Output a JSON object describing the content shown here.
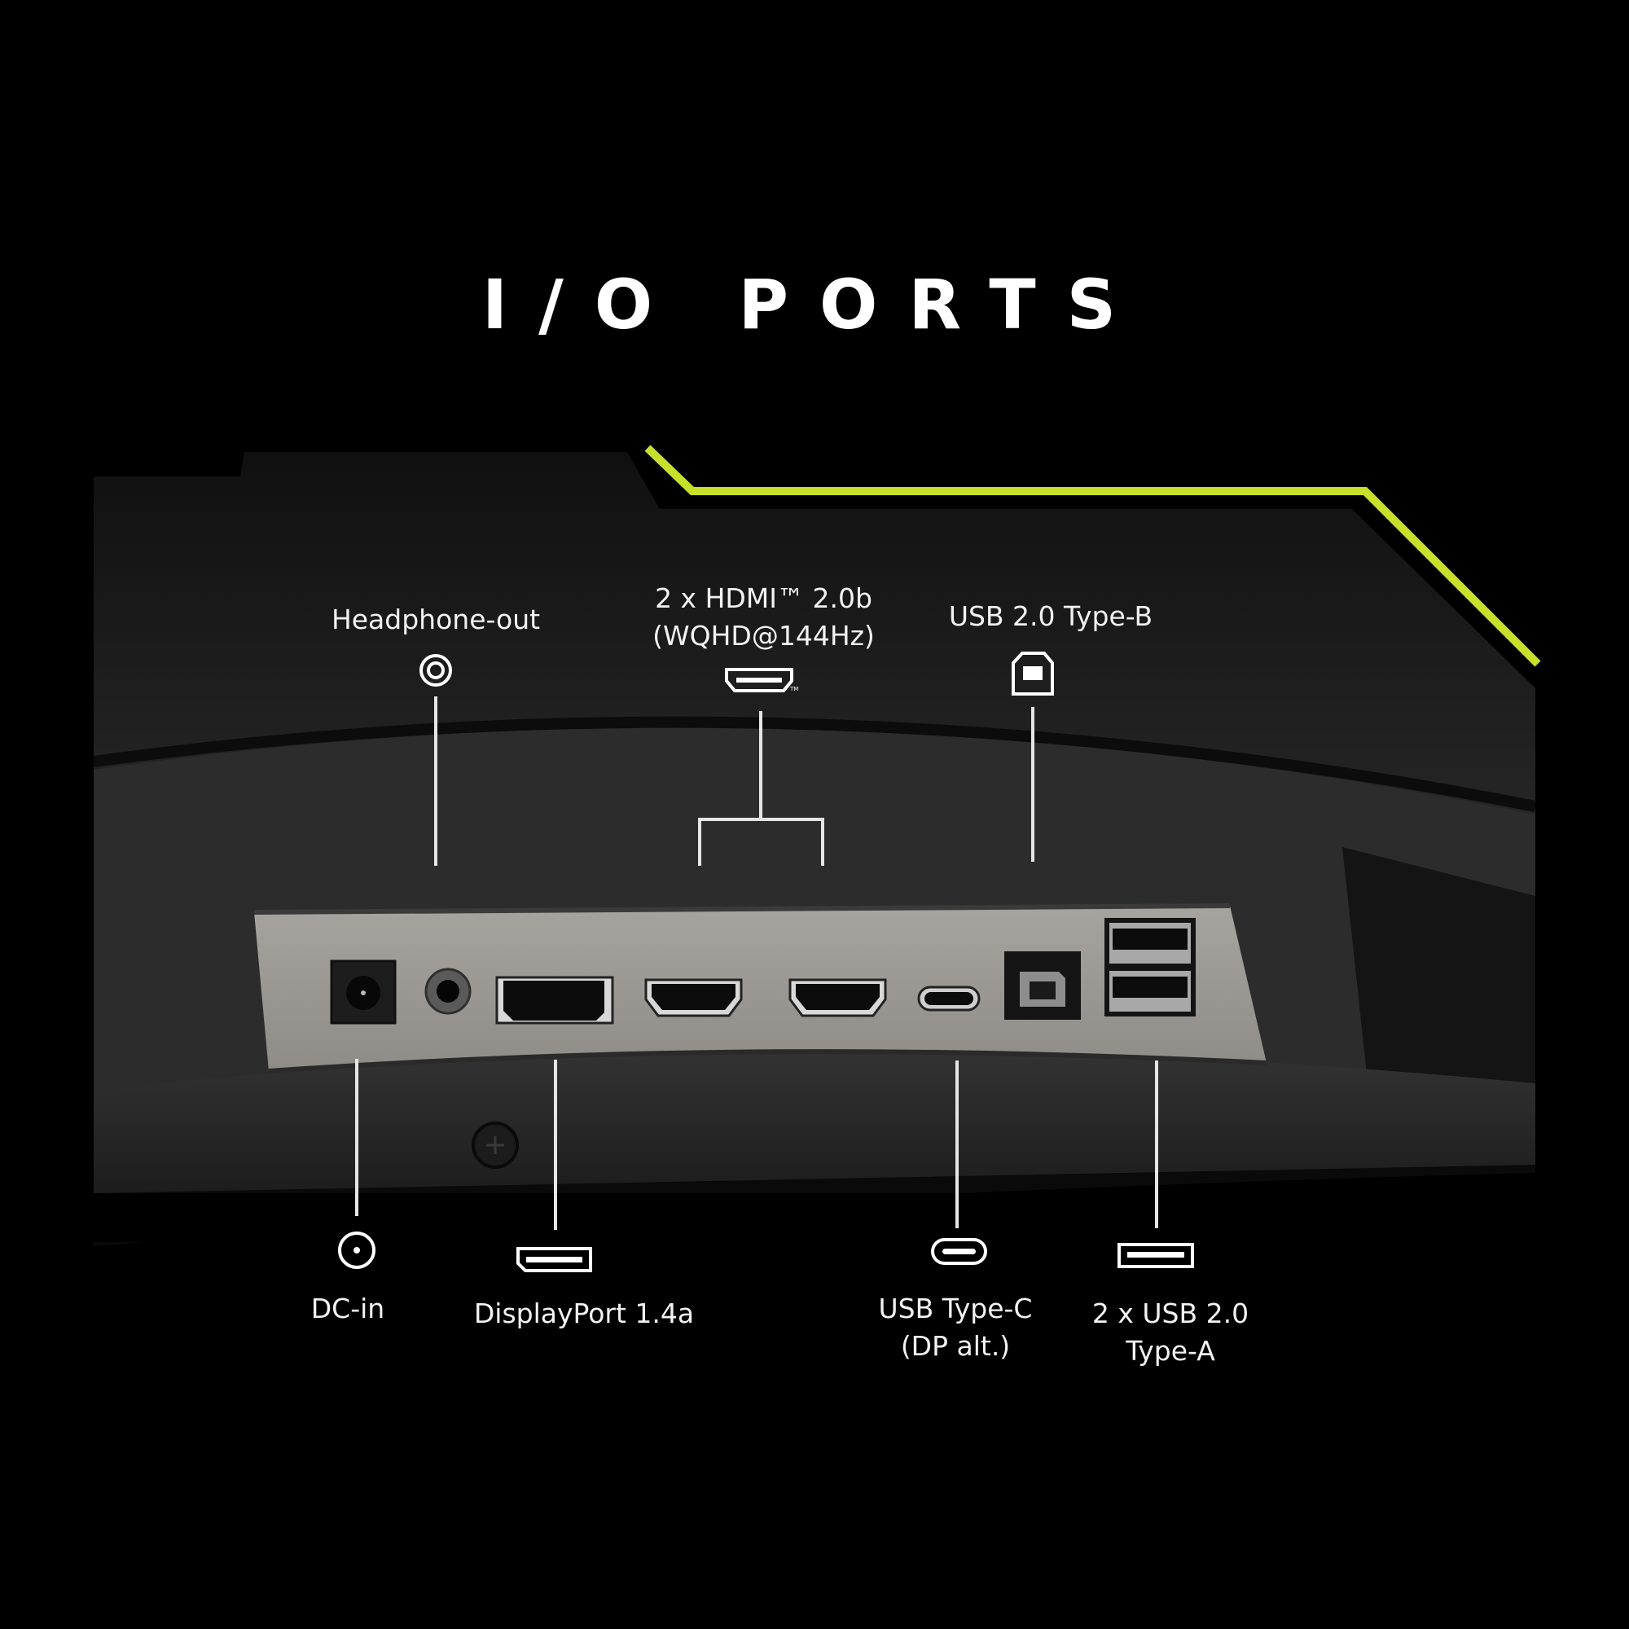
{
  "title": "I/O PORTS",
  "accent_color": "#c8df2c",
  "ports": {
    "headphone_out": {
      "label": "Headphone-out",
      "icon": "headphone-jack-icon"
    },
    "hdmi": {
      "label_line1": "2 x HDMI™ 2.0b",
      "label_line2": "(WQHD@144Hz)",
      "icon": "hdmi-icon"
    },
    "usb_type_b": {
      "label": "USB 2.0 Type-B",
      "icon": "usb-type-b-icon"
    },
    "dc_in": {
      "label": "DC-in",
      "icon": "dc-in-icon"
    },
    "displayport": {
      "label": "DisplayPort 1.4a",
      "icon": "displayport-icon"
    },
    "usb_type_c": {
      "label_line1": "USB Type-C",
      "label_line2": "(DP alt.)",
      "icon": "usb-type-c-icon"
    },
    "usb_type_a": {
      "label_line1": "2 x USB 2.0",
      "label_line2": "Type-A",
      "icon": "usb-type-a-icon"
    }
  }
}
